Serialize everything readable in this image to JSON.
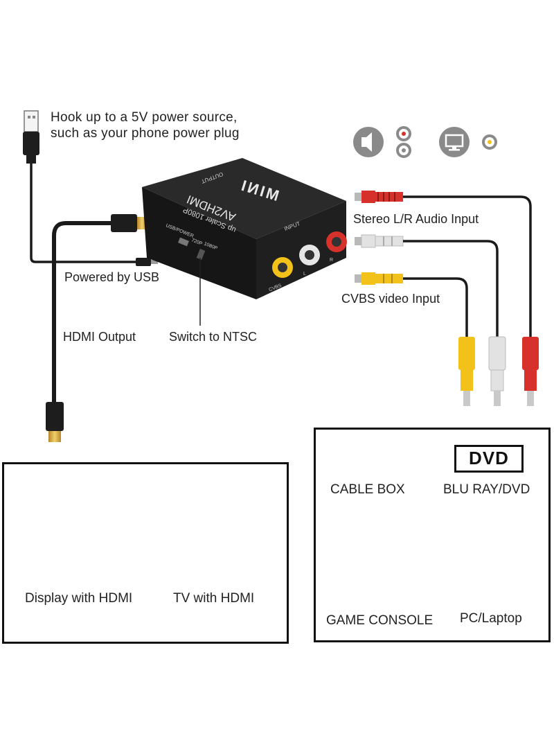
{
  "power_note": {
    "line1": "Hook up to a 5V power source,",
    "line2": "such as your phone power plug"
  },
  "labels": {
    "stereo_audio": "Stereo L/R Audio Input",
    "cvbs_video": "CVBS video Input",
    "powered_by_usb": "Powered by USB",
    "hdmi_output": "HDMI Output",
    "switch_ntsc": "Switch to NTSC"
  },
  "device": {
    "brand": "MINI",
    "model": "AV2HDMI",
    "tagline": "up Scaler 1080P",
    "output_label": "OUTPUT",
    "input_label": "INPUT",
    "usb_power_label": "USB/POWER",
    "res_720": "720P",
    "res_1080": "1080P",
    "port_cvbs": "CVBS",
    "port_l": "L",
    "port_r": "R"
  },
  "outputs_panel": {
    "display": "Display with HDMI",
    "tv": "TV with HDMI"
  },
  "sources_panel": {
    "cable_box": "CABLE BOX",
    "blu_ray": "BLU RAY/DVD",
    "dvd_logo": "DVD",
    "game_console": "GAME CONSOLE",
    "pc": "PC/Laptop"
  },
  "icons": [
    "usb-plug-icon",
    "speaker-icon",
    "rca-audio-jacks-icon",
    "monitor-icon",
    "rca-video-jack-icon",
    "hdmi-plug-icon",
    "rca-plug-icon"
  ],
  "colors": {
    "rca_red": "#d6322b",
    "rca_white": "#e2e2e2",
    "rca_yellow": "#f2c21a",
    "device_body": "#1c1c1c",
    "cable": "#1a1a1a",
    "hdmi_gold": "#d8a93a",
    "icon_grey": "#8a8a8a"
  }
}
